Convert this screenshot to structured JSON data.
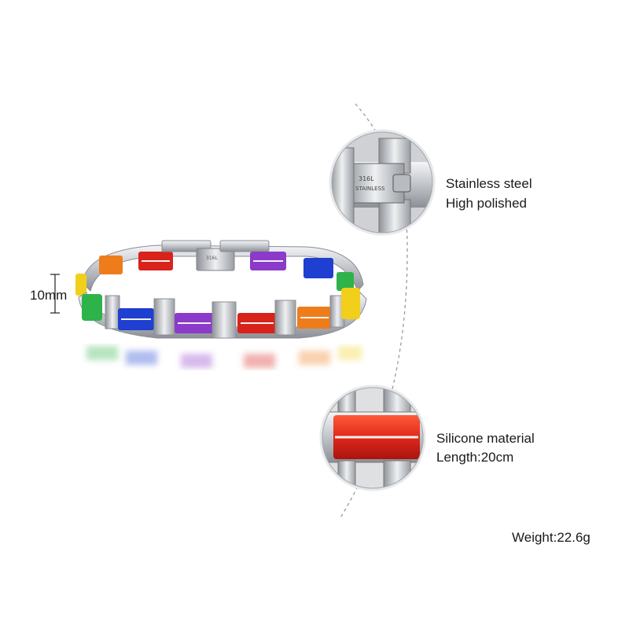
{
  "product": {
    "dimension_label": "10mm",
    "callouts": [
      {
        "lines": [
          "Stainless steel",
          "High polished"
        ]
      },
      {
        "lines": [
          "Silicone material",
          "Length:20cm"
        ]
      }
    ],
    "weight_label": "Weight:22.6g"
  },
  "colors": {
    "steel": "#c9ccd1",
    "red": "#d8231a",
    "orange": "#ef7c1a",
    "yellow": "#f2cf1b",
    "green": "#2db34a",
    "blue": "#1f3fd0",
    "purple": "#8c3ac9",
    "dashed_line": "#9a9a9a"
  }
}
